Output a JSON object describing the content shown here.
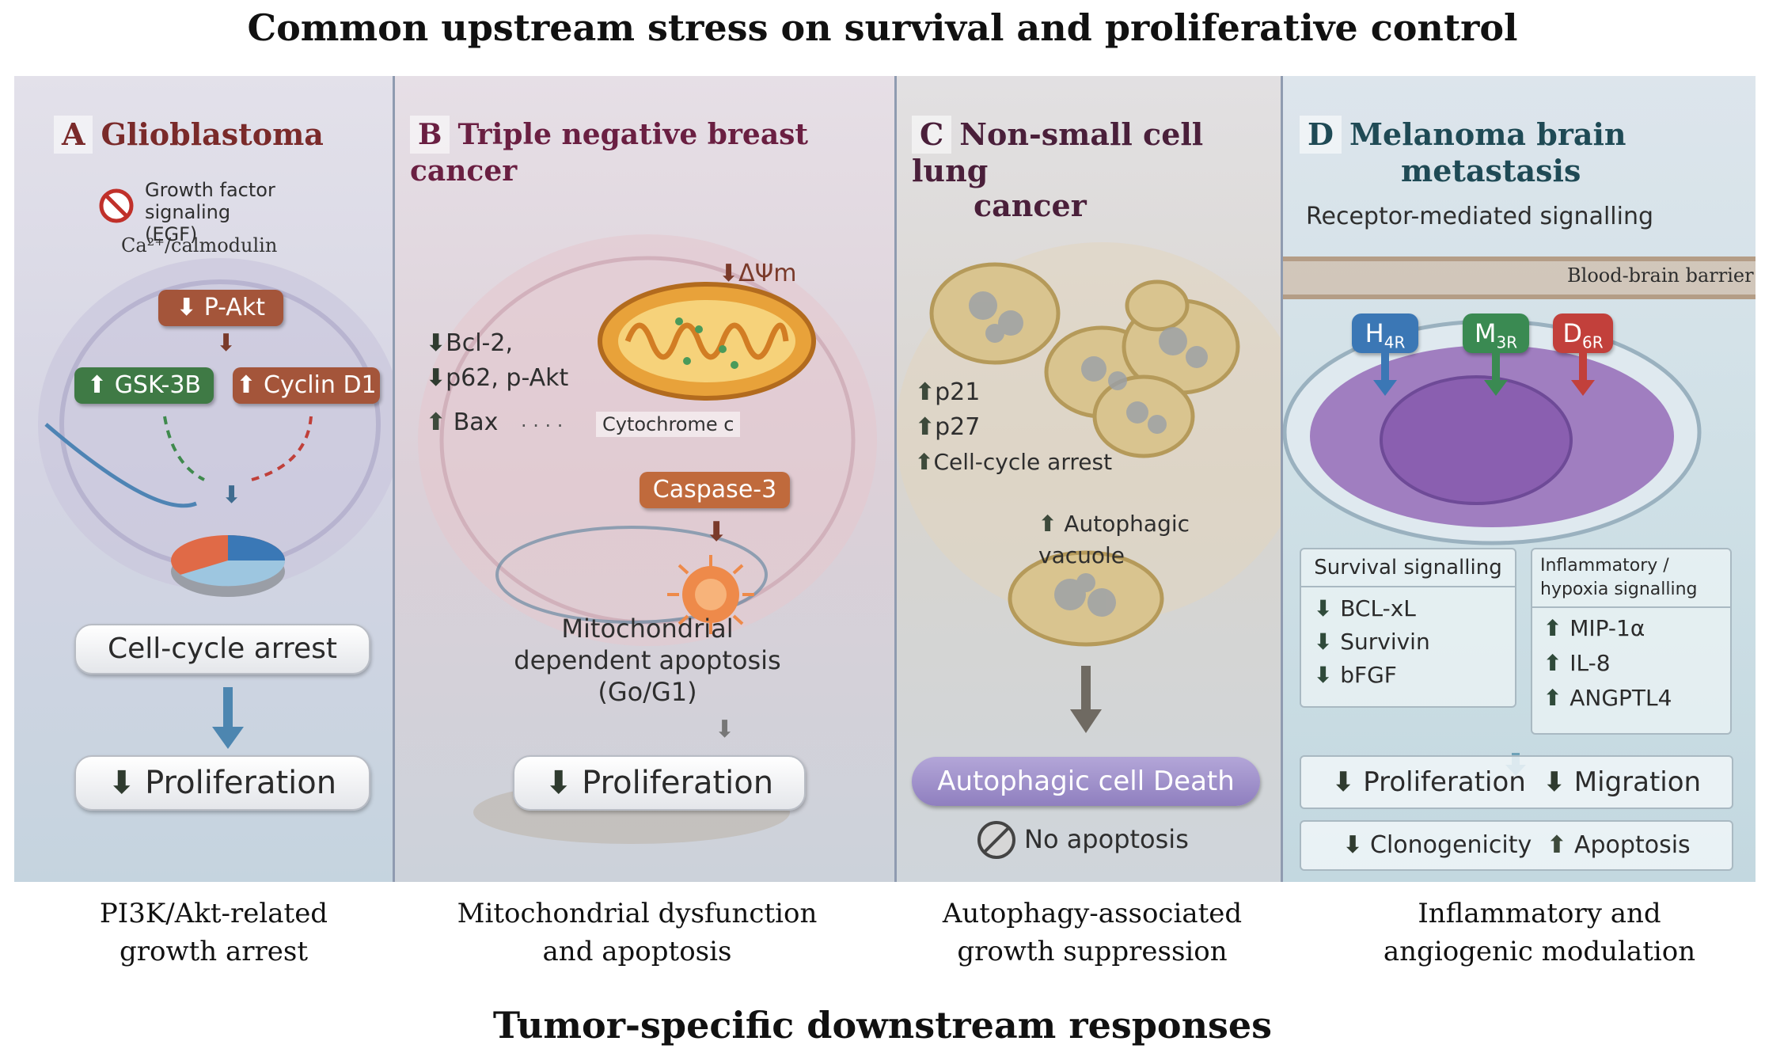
{
  "title": "Common upstream stress on survival and proliferative control",
  "footer_title": "Tumor-specific downstream responses",
  "panels": {
    "a": {
      "letter": "A",
      "title": "Glioblastoma",
      "growth_factor": "Growth factor signaling (EGF)",
      "calmodulin": "Ca²⁺/calmodulin",
      "pakt": "P-Akt",
      "gsk": "GSK-3B",
      "cyclin": "Cyclin D1",
      "cell_cycle": "Cell-cycle arrest",
      "proliferation": "Proliferation",
      "caption_1": "PI3K/Akt-related",
      "caption_2": "growth arrest"
    },
    "b": {
      "letter": "B",
      "title": "Triple negative breast cancer",
      "dpsi": "ΔΨm",
      "bcl2": "Bcl-2,",
      "p62": "p62, p-Akt",
      "bax": "Bax",
      "cytochrome": "Cytochrome c",
      "caspase": "Caspase-3",
      "apoptosis_1": "Mitochondrial",
      "apoptosis_2": "dependent apoptosis",
      "apoptosis_3": "(Go/G1)",
      "proliferation": "Proliferation",
      "caption_1": "Mitochondrial dysfunction",
      "caption_2": "and apoptosis"
    },
    "c": {
      "letter": "C",
      "title_1": "Non-small cell lung",
      "title_2": "cancer",
      "p21": "p21",
      "p27": "p27",
      "cell_cycle": "Cell-cycle arrest",
      "vacuole": "Autophagic vacuole",
      "death": "Autophagic cell Death",
      "no_apoptosis": "No apoptosis",
      "caption_1": "Autophagy-associated",
      "caption_2": "growth suppression"
    },
    "d": {
      "letter": "D",
      "title_1": "Melanoma brain",
      "title_2": "metastasis",
      "subtitle": "Receptor-mediated signalling",
      "bbb": "Blood-brain barrier",
      "r_h": "H",
      "r_h_sub": "4R",
      "r_m": "M",
      "r_m_sub": "3R",
      "r_d": "D",
      "r_d_sub": "6R",
      "survival_title": "Survival signalling",
      "survival_items": [
        "BCL-xL",
        "Survivin",
        "bFGF"
      ],
      "inflam_title_1": "Inflammatory /",
      "inflam_title_2": "hypoxia signalling",
      "inflam_items": [
        "MIP-1α",
        "IL-8",
        "ANGPTL4"
      ],
      "proliferation": "Proliferation",
      "migration": "Migration",
      "clonogenicity": "Clonogenicity",
      "apoptosis": "Apoptosis",
      "caption_1": "Inflammatory and",
      "caption_2": "angiogenic modulation"
    }
  },
  "colors": {
    "akt_box": "#a4553a",
    "gsk_box": "#3f7a45",
    "cyclin_box": "#a4553a",
    "caspase_box": "#c06a3c",
    "death_pill": "#9b8bc4",
    "h_receptor": "#3b77b5",
    "m_receptor": "#3a8a52",
    "d_receptor": "#c2403b",
    "title_a": "#7a2a2a",
    "title_b": "#6a1f42",
    "title_c": "#4a1f3a",
    "title_d": "#1f4a55"
  }
}
